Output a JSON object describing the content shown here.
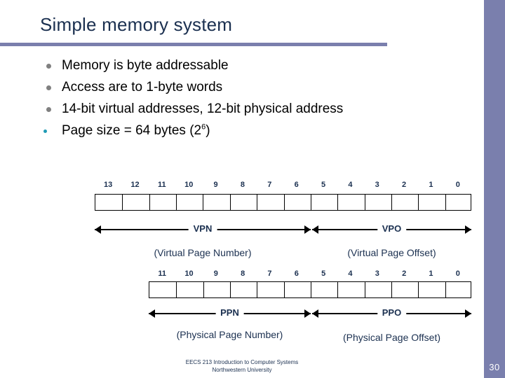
{
  "slide": {
    "title": "Simple memory system",
    "page_number": "30",
    "accent_color": "#7a7fad",
    "heading_color": "#1b3050"
  },
  "bullets": [
    {
      "text": "Memory is byte addressable",
      "level": 1,
      "marker": "gray-dot"
    },
    {
      "text": "Access are to 1-byte words",
      "level": 1,
      "marker": "gray-dot"
    },
    {
      "text": "14-bit virtual addresses, 12-bit physical address",
      "level": 1,
      "marker": "gray-dot"
    },
    {
      "text": "Page size = 64 bytes (2",
      "sup": "6",
      "text_after": ")",
      "level": 2,
      "marker": "teal-dot"
    }
  ],
  "virtual_address": {
    "bits": [
      "13",
      "12",
      "11",
      "10",
      "9",
      "8",
      "7",
      "6",
      "5",
      "4",
      "3",
      "2",
      "1",
      "0"
    ],
    "field_left": {
      "abbrev": "VPN",
      "name": "(Virtual Page Number)",
      "bit_count": 8
    },
    "field_right": {
      "abbrev": "VPO",
      "name": "(Virtual Page Offset)",
      "bit_count": 6
    }
  },
  "physical_address": {
    "bits": [
      "11",
      "10",
      "9",
      "8",
      "7",
      "6",
      "5",
      "4",
      "3",
      "2",
      "1",
      "0"
    ],
    "field_left": {
      "abbrev": "PPN",
      "name": "(Physical Page Number)",
      "bit_count": 6
    },
    "field_right": {
      "abbrev": "PPO",
      "name": "(Physical Page Offset)",
      "bit_count": 6
    }
  },
  "footer": {
    "line1": "EECS 213 Introduction to Computer Systems",
    "line2": "Northwestern University"
  }
}
